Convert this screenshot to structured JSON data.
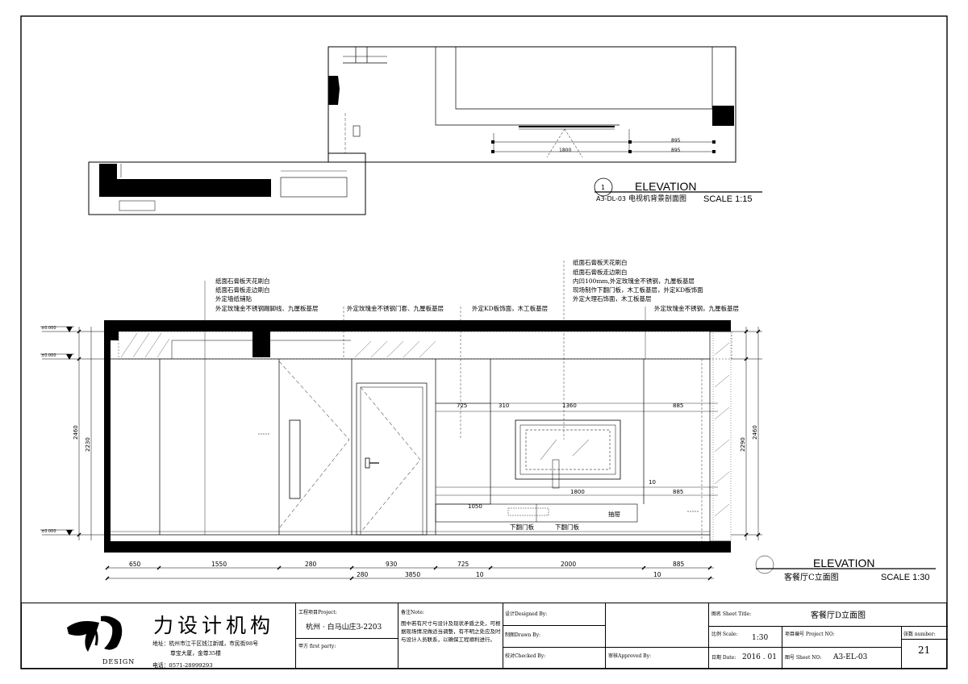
{
  "upper_view": {
    "dims": [
      "895",
      "895",
      "1800"
    ],
    "title": {
      "number": "1",
      "heading": "ELEVATION",
      "code": "A3-DL-03",
      "caption": "电视机背景剖面图",
      "scale": "SCALE  1:15"
    }
  },
  "elevation": {
    "notes_left": [
      "纸面石膏板天花刷白",
      "纸面石膏板走边刷白",
      "外定墙纸铺贴",
      "外定玫瑰金不锈钢踢脚线、九厘板基层"
    ],
    "note_door": "外定玫瑰金不锈钢门套、九厘板基层",
    "note_kd": "外定KD板饰面，木工板基层",
    "notes_center": [
      "纸面石膏板天花刷白",
      "纸面石膏板走边刷白",
      "内凹100mm,外定玫瑰金不锈钢，九厘板基层",
      "现场制作下翻门板，木工板基层，外定KD板饰面",
      "外定大理石饰面，木工板基层"
    ],
    "note_right": "外定玫瑰金不锈钢，九厘板基层",
    "level_marks": [
      "±0.000",
      "±0.000",
      "±0.000"
    ],
    "left_dims": [
      "2460",
      "2230"
    ],
    "right_dims": [
      "2290",
      "2460"
    ],
    "inner_dims": [
      "725",
      "1360",
      "885",
      "1800",
      "885",
      "1050",
      "310",
      "10"
    ],
    "labels": [
      "下翻门板",
      "下翻门板",
      "抽屉"
    ],
    "bottom_dims_row1": [
      "650",
      "1550",
      "280",
      "930",
      "725",
      "2000",
      "885"
    ],
    "bottom_dims_row2": [
      "280",
      "3850",
      "10",
      "10"
    ],
    "title": {
      "heading": "ELEVATION",
      "caption": "客餐厅C立面图",
      "scale": "SCALE  1:30"
    }
  },
  "title_block": {
    "firm_name": "力设计机构",
    "design_word": "DESIGN",
    "address_1": "地址：杭州市江干区钱江新城，市民街98号",
    "address_2": "尊宝大厦，金尊35楼",
    "phone": "电话：0571-28999293",
    "project_label": "工程项目Project:",
    "project_value": "杭州 · 白马山庄3-2203",
    "party_label": "甲方 first party:",
    "note_label": "备注Note:",
    "note_text": "图中若有尺寸与设计及现状矛盾之处，可根据现场情况做适当调整，有不明之处应及时与设计人员联系，以确保工程顺利进行。",
    "designed_label": "设计Designed By:",
    "drawn_label": "制图Drawn By:",
    "checked_label": "校对Checked By:",
    "approved_label": "审核Approved By:",
    "sheet_title_label": "图名 Sheet Title:",
    "sheet_title_value": "客餐厅D立面图",
    "scale_label": "比例 Scale:",
    "scale_value": "1:30",
    "project_no_label": "项目编号 Project NO:",
    "number_label": "张数 number:",
    "number_value": "21",
    "date_label": "日期 Date:",
    "date_value": "2016 . 01",
    "sheet_no_label": "图号 Sheet NO:",
    "sheet_no_value": "A3-EL-03"
  }
}
